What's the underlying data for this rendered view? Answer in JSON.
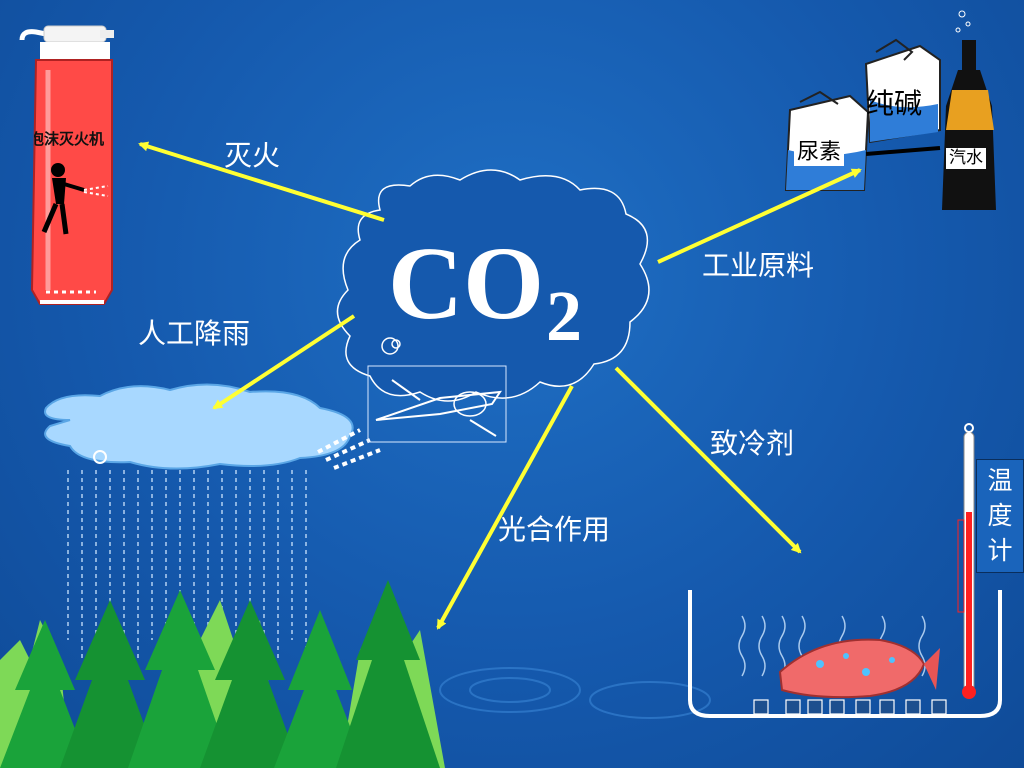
{
  "center_formula": {
    "main": "CO",
    "subscript": "2"
  },
  "uses": [
    {
      "id": "fire",
      "label": "灭火"
    },
    {
      "id": "rain",
      "label": "人工降雨"
    },
    {
      "id": "photosynthesis",
      "label": "光合作用"
    },
    {
      "id": "refrigerant",
      "label": "致冷剂"
    },
    {
      "id": "industrial",
      "label": "工业原料"
    }
  ],
  "extinguisher": {
    "label": "泡沫灭火机"
  },
  "products": {
    "soda_ash": "纯碱",
    "urea": "尿素",
    "soda_water": "汽水"
  },
  "thermometer": {
    "chars": [
      "温",
      "度",
      "计"
    ]
  },
  "colors": {
    "arrow": "#ffff33",
    "background": "#1559ad",
    "tree": "#1aa33a",
    "cloud": "#a8d8ff"
  }
}
